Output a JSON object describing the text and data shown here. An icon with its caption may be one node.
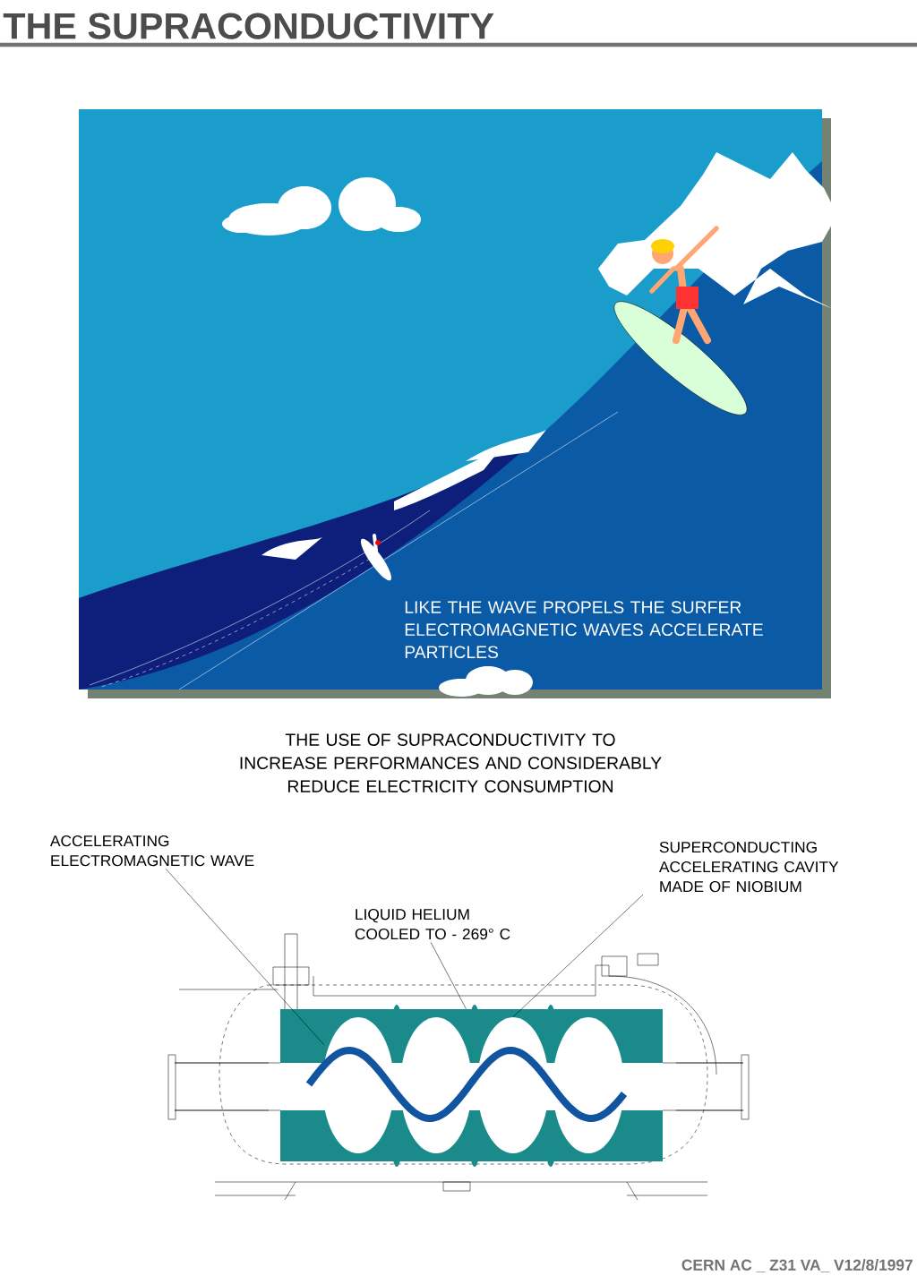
{
  "diagram": {
    "title": "THE SUPRACONDUCTIVITY",
    "nodes": [
      {
        "text": [
          "ACCELERATING ELECTROMAGNETIC WAVE"
        ]
      },
      {
        "text": [
          "LIQUID HELIUM COOLED TO - 269° C"
        ]
      },
      {
        "text": [
          "SUPERCONDUCTING ACCELERATING CAVITY MADE OF NIOBIUM"
        ]
      },
      {
        "text": [],
        "shape": "curve",
        "in": 4
      },
      {
        "text": [],
        "shape": "box"
      },
      {
        "text": [],
        "shape": "ellipse",
        "in": 4
      }
    ],
    "edges": [
      {
        "from": 0,
        "to": 3,
        "arrow": "none"
      },
      {
        "from": 1,
        "to": 4,
        "arrow": "none"
      },
      {
        "from": 2,
        "to": 5,
        "arrow": "none"
      }
    ],
    "labels": [
      "LIKE THE WAVE PROPELS THE SURFER ELECTROMAGNETIC WAVES ACCELERATE PARTICLES",
      "THE USE OF SUPRACONDUCTIVITY TO INCREASE PERFORMANCES AND CONSIDERABLY REDUCE ELECTRICITY CONSUMPTION",
      "CERN AC _ Z31 VA_ V12/8/1997"
    ]
  }
}
